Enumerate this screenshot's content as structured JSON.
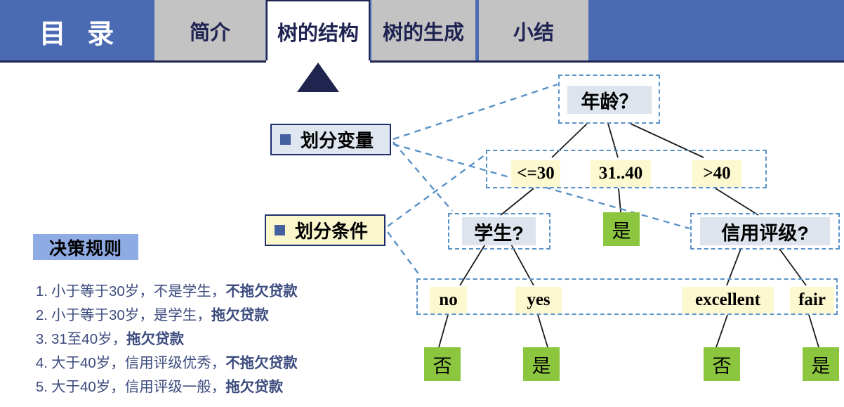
{
  "nav": {
    "home_label": "目 录",
    "tabs": [
      {
        "label": "简介",
        "active": false
      },
      {
        "label": "树的结构",
        "active": true
      },
      {
        "label": "树的生成",
        "active": false
      },
      {
        "label": "小结",
        "active": false
      }
    ]
  },
  "rules_panel": {
    "title": "决策规则",
    "rules": [
      {
        "num": "1.",
        "text": "小于等于30岁，不是学生，",
        "emphasis": "不拖欠贷款"
      },
      {
        "num": "2.",
        "text": "小于等于30岁，是学生，",
        "emphasis": "拖欠贷款"
      },
      {
        "num": "3.",
        "text": "31至40岁，",
        "emphasis": "拖欠贷款"
      },
      {
        "num": "4.",
        "text": "大于40岁，信用评级优秀，",
        "emphasis": "不拖欠贷款"
      },
      {
        "num": "5.",
        "text": "大于40岁，信用评级一般，",
        "emphasis": "拖欠贷款"
      }
    ]
  },
  "legend": {
    "split_variable": "划分变量",
    "split_condition": "划分条件"
  },
  "tree": {
    "root": "年龄？",
    "conditions_level1": [
      "<=30",
      "31..40",
      ">40"
    ],
    "nodes_level2": [
      "学生?",
      "是",
      "信用评级?"
    ],
    "conditions_level2": [
      "no",
      "yes",
      "excellent",
      "fair"
    ],
    "leaves": [
      "否",
      "是",
      "否",
      "是"
    ]
  },
  "colors": {
    "brand_blue": "#4a6ab4",
    "tab_grey": "#c3c3c3",
    "navy": "#20254f",
    "attr_node_fill": "#dde4ee",
    "cond_node_fill": "#fcf8cf",
    "leaf_fill": "#8cc63f",
    "dash_line": "#5a92c8",
    "rules_title_fill": "#8fabe4",
    "rules_text": "#3c4b7e"
  }
}
